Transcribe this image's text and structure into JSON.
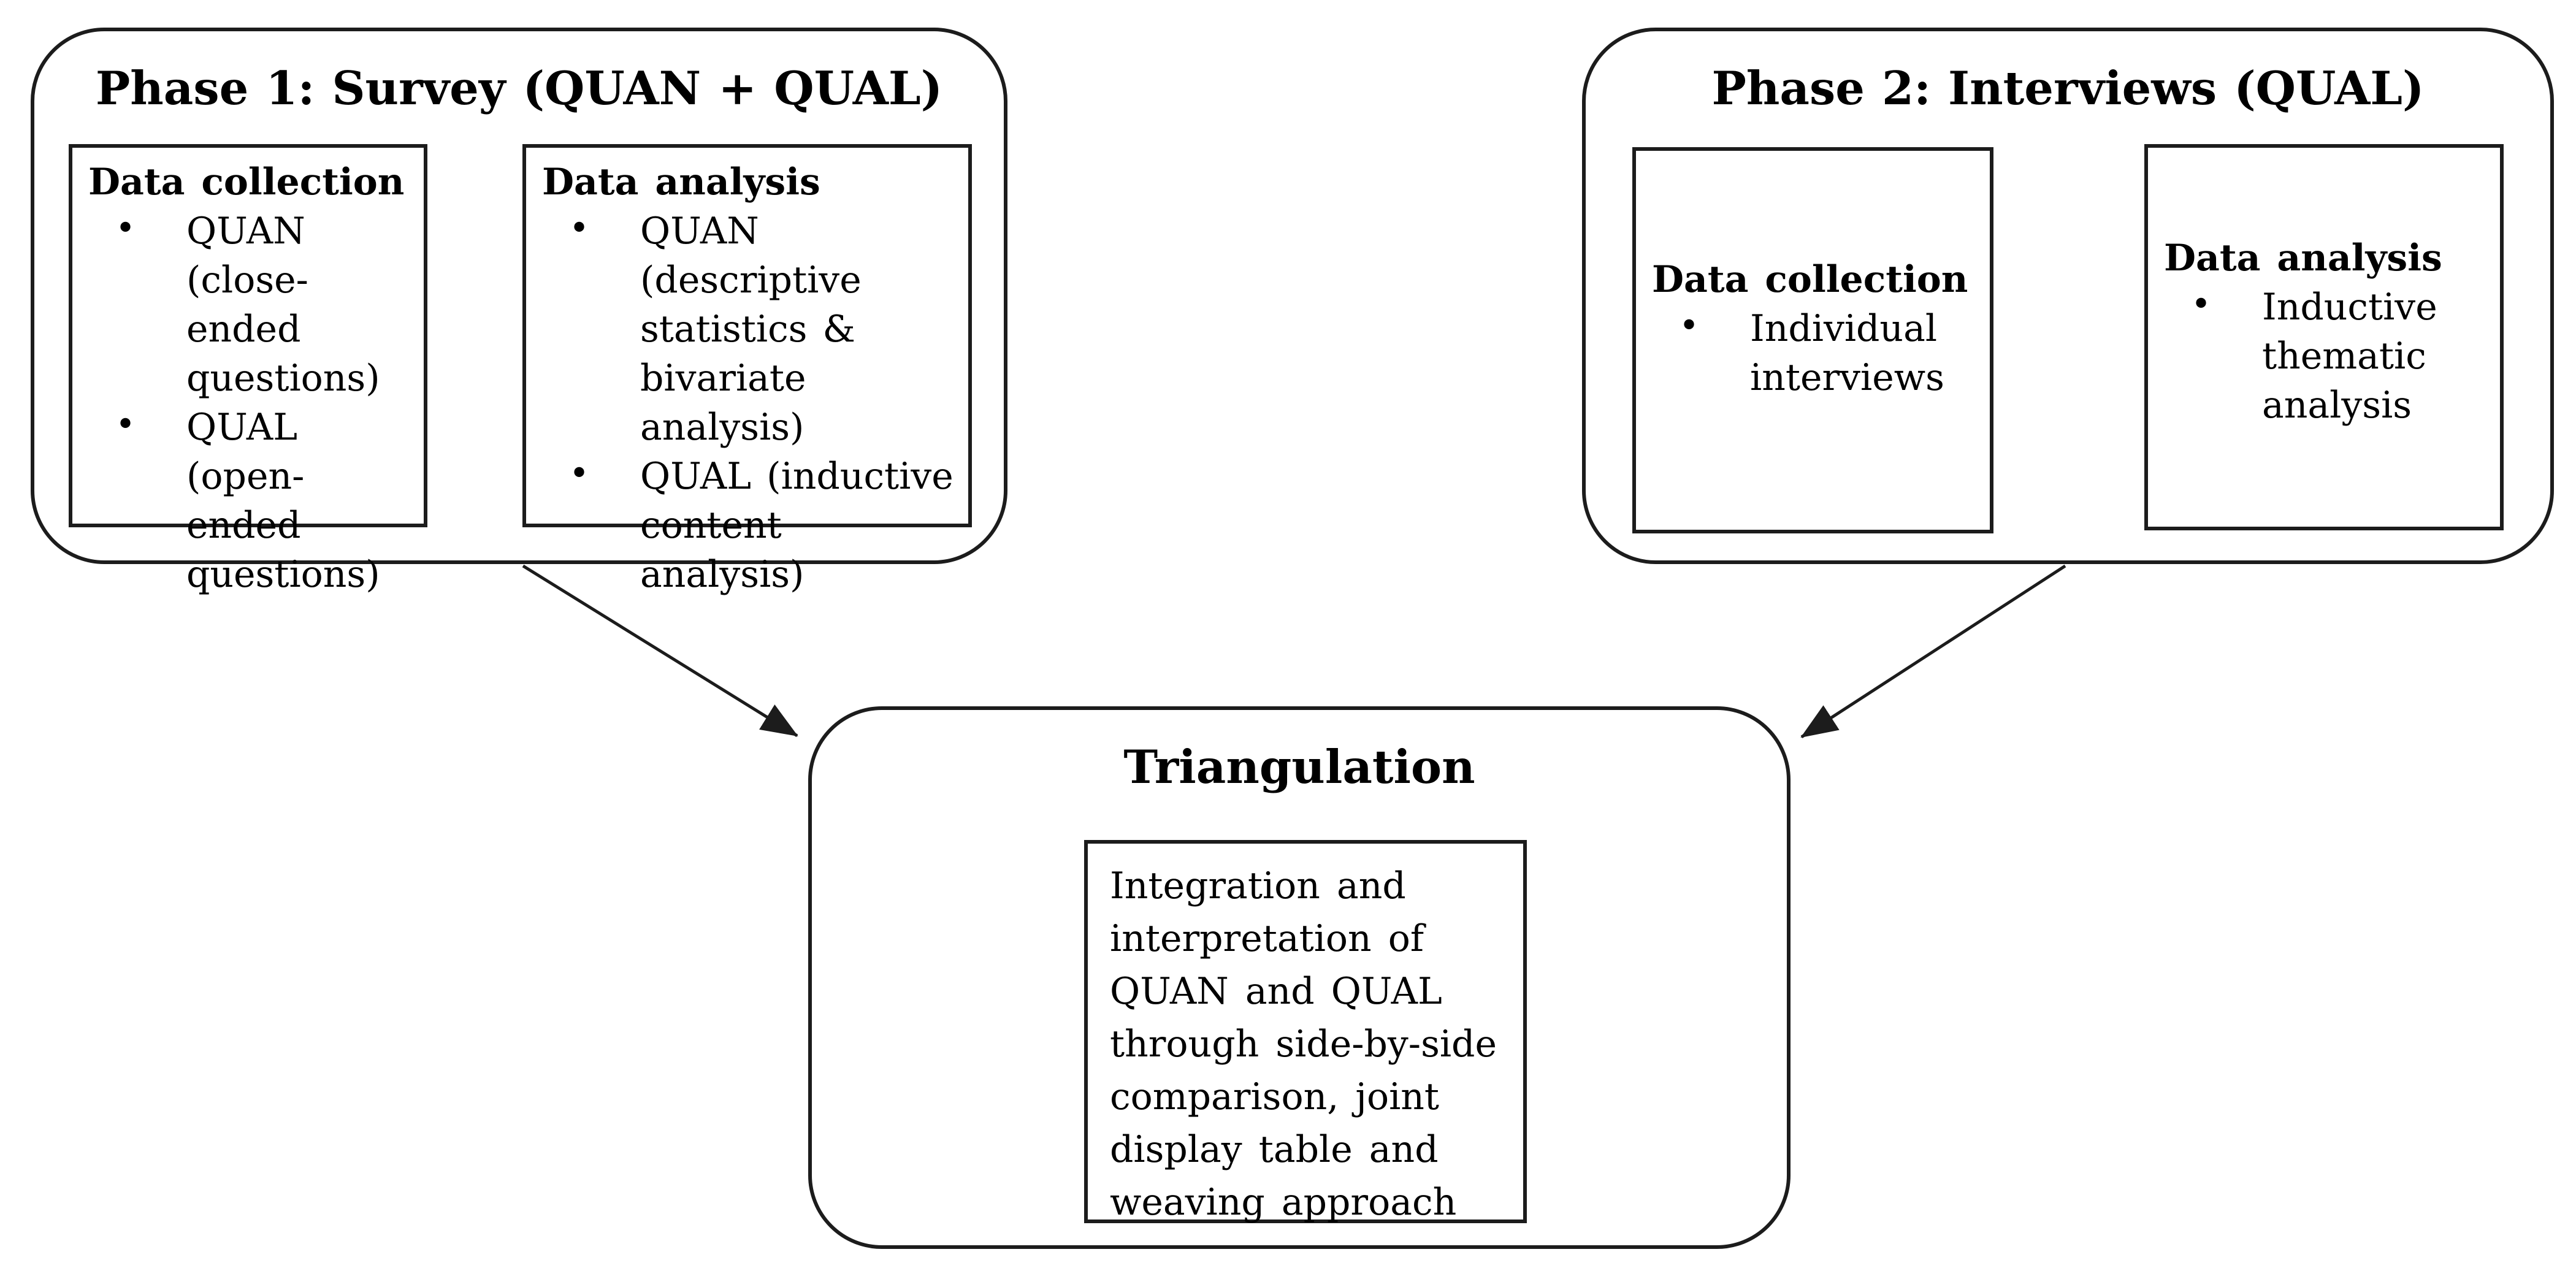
{
  "ui": {
    "bullet_glyph": "•"
  },
  "colors": {
    "line_color": "#1c1c1c",
    "background": "#ffffff",
    "text_color": "#000000"
  },
  "phase1": {
    "title": "Phase 1: Survey (QUAN + QUAL)",
    "data_collection": {
      "heading": "Data collection",
      "items": [
        "QUAN\n(close-ended\nquestions)",
        "QUAL\n(open-ended\nquestions)"
      ]
    },
    "data_analysis": {
      "heading": "Data analysis",
      "items": [
        "QUAN\n(descriptive\nstatistics &\nbivariate analysis)",
        "QUAL (inductive\ncontent analysis)"
      ]
    }
  },
  "phase2": {
    "title": "Phase 2: Interviews (QUAL)",
    "data_collection": {
      "heading": "Data collection",
      "items": [
        "Individual\ninterviews"
      ]
    },
    "data_analysis": {
      "heading": "Data analysis",
      "items": [
        "Inductive\nthematic\nanalysis"
      ]
    }
  },
  "triangulation": {
    "title": "Triangulation",
    "body": "Integration and\ninterpretation of\nQUAN and QUAL\nthrough side-by-side\ncomparison, joint\ndisplay table and\nweaving approach"
  }
}
